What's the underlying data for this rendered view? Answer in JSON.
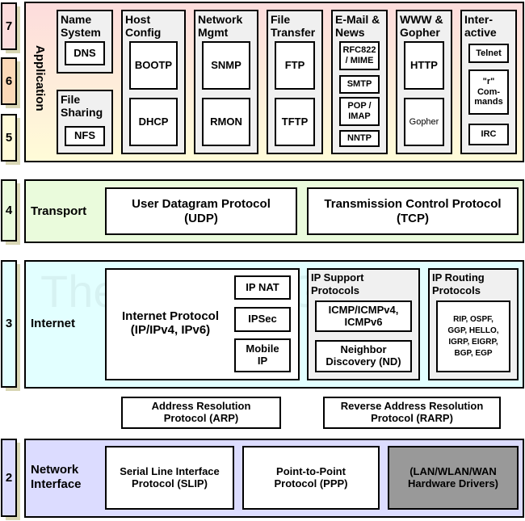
{
  "watermark": "The TCP/IP Guide",
  "layers": {
    "n7": "7",
    "n6": "6",
    "n5": "5",
    "n4": "4",
    "n3": "3",
    "n2": "2",
    "application": "Application",
    "transport": "Transport",
    "internet": "Internet",
    "network_interface": "Network Interface"
  },
  "application": {
    "name_system": {
      "title": "Name System",
      "items": [
        "DNS"
      ]
    },
    "file_sharing": {
      "title": "File Sharing",
      "items": [
        "NFS"
      ]
    },
    "host_config": {
      "title": "Host Config",
      "items": [
        "BOOTP",
        "DHCP"
      ]
    },
    "network_mgmt": {
      "title": "Network Mgmt",
      "items": [
        "SNMP",
        "RMON"
      ]
    },
    "file_transfer": {
      "title": "File Transfer",
      "items": [
        "FTP",
        "TFTP"
      ]
    },
    "email_news": {
      "title": "E-Mail & News",
      "items": [
        "RFC822 / MIME",
        "SMTP",
        "POP / IMAP",
        "NNTP"
      ]
    },
    "www_gopher": {
      "title": "WWW & Gopher",
      "items": [
        "HTTP",
        "Gopher"
      ]
    },
    "interactive": {
      "title": "Inter-active",
      "items": [
        "Telnet",
        "\"r\" Com-mands",
        "IRC"
      ]
    }
  },
  "transport": {
    "udp": "User Datagram Protocol (UDP)",
    "tcp": "Transmission Control Protocol (TCP)"
  },
  "internet": {
    "ip": "Internet Protocol (IP/IPv4, IPv6)",
    "ip_nat": "IP NAT",
    "ipsec": "IPSec",
    "mobile_ip": "Mobile IP",
    "support_title": "IP Support Protocols",
    "icmp": "ICMP/ICMPv4, ICMPv6",
    "nd": "Neighbor Discovery (ND)",
    "routing_title": "IP Routing Protocols",
    "routing": "RIP, OSPF, GGP, HELLO, IGRP, EIGRP, BGP, EGP"
  },
  "arp": "Address Resolution Protocol (ARP)",
  "rarp": "Reverse Address Resolution Protocol (RARP)",
  "netif": {
    "slip": "Serial Line Interface Protocol (SLIP)",
    "ppp": "Point-to-Point Protocol (PPP)",
    "hw": "(LAN/WLAN/WAN Hardware Drivers)"
  },
  "colors": {
    "l7": "#fbdcdc",
    "l6": "#fbd9b8",
    "l5": "#fffbd8",
    "l4": "#eafbdc",
    "l3": "#e2ffff",
    "l2": "#dcdcff",
    "hw": "#999999"
  }
}
